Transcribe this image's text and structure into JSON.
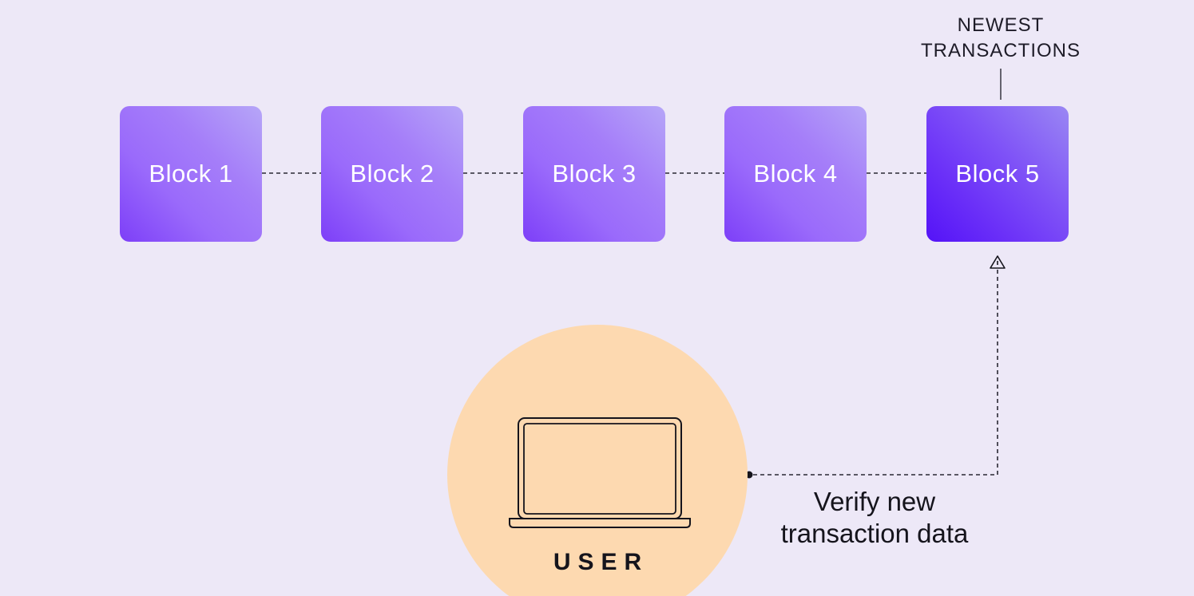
{
  "diagram": {
    "blocks": [
      {
        "label": "Block 1"
      },
      {
        "label": "Block 2"
      },
      {
        "label": "Block 3"
      },
      {
        "label": "Block 4"
      },
      {
        "label": "Block 5"
      }
    ],
    "newest_label": "NEWEST\nTRANSACTIONS",
    "user_label": "USER",
    "verify_label": "Verify new\ntransaction data",
    "icons": {
      "user_device": "laptop-icon",
      "arrow_head": "triangle-arrow-icon"
    },
    "colors": {
      "background": "#ede8f7",
      "block": "#9a6afb",
      "block_newest": "#5413f7",
      "user_circle": "#fdd9b0",
      "text": "#15141c"
    }
  }
}
